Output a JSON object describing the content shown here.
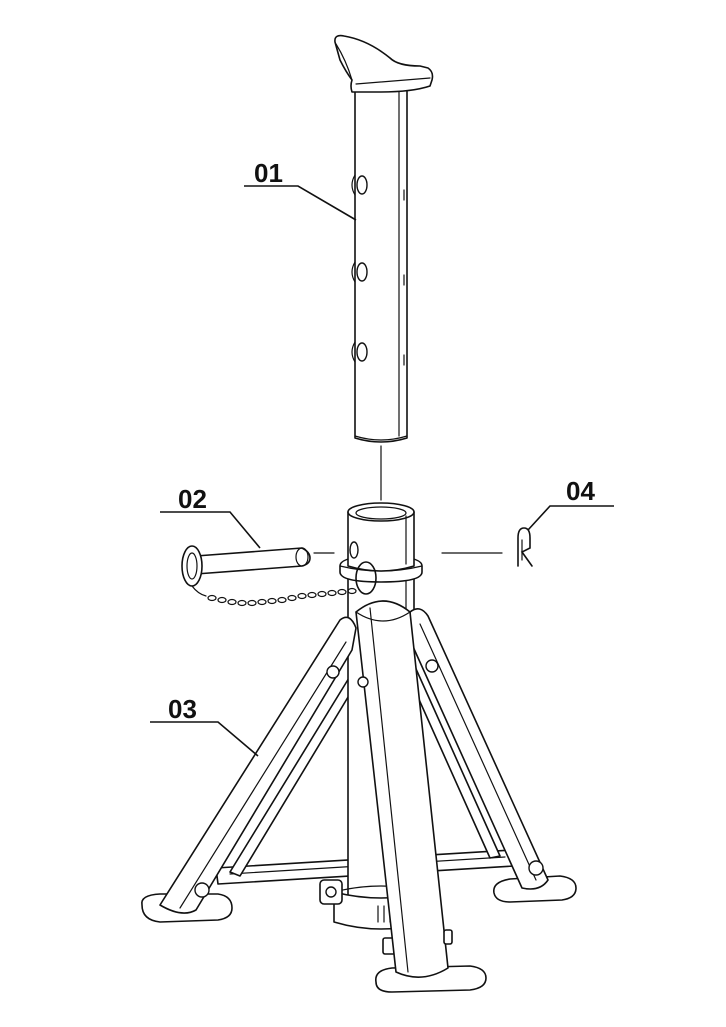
{
  "callouts": [
    {
      "id": "01",
      "label": "01",
      "part": "extension-column"
    },
    {
      "id": "02",
      "label": "02",
      "part": "locking-pin-with-chain"
    },
    {
      "id": "03",
      "label": "03",
      "part": "tripod-base"
    },
    {
      "id": "04",
      "label": "04",
      "part": "r-clip"
    }
  ],
  "colors": {
    "line": "#111111",
    "background": "#ffffff"
  }
}
